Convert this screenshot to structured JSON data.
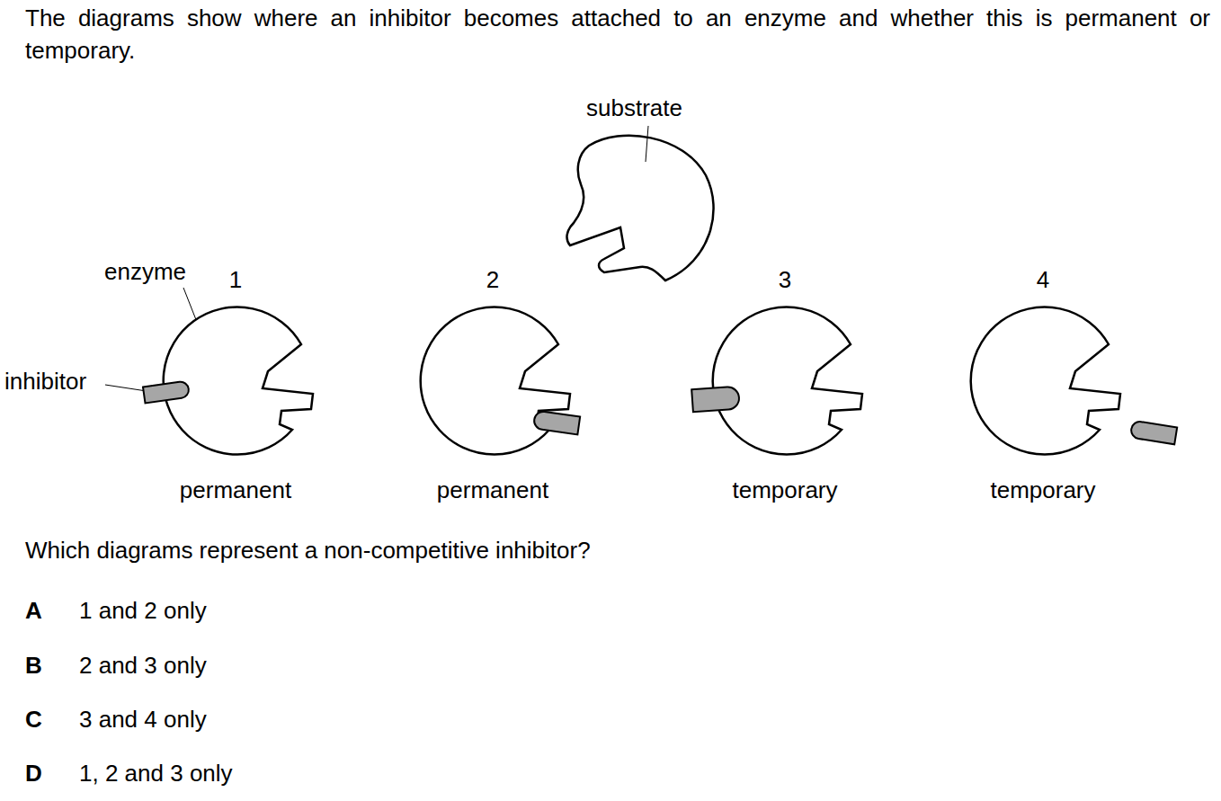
{
  "diagram": {
    "nodes": [
      {
        "text": [
          "1",
          "permanent"
        ]
      },
      {
        "text": [
          "2",
          "permanent"
        ]
      },
      {
        "text": [
          "3",
          "temporary"
        ]
      },
      {
        "text": [
          "4",
          "temporary"
        ]
      }
    ],
    "labels": [
      "The diagrams show where an inhibitor becomes attached to an enzyme and whether this is permanent or temporary.",
      "substrate",
      "enzyme",
      "inhibitor",
      "Which diagrams represent a non-competitive inhibitor?",
      "A",
      "1 and 2 only",
      "B",
      "2 and 3 only",
      "C",
      "3 and 4 only",
      "D",
      "1, 2 and 3 only"
    ]
  }
}
